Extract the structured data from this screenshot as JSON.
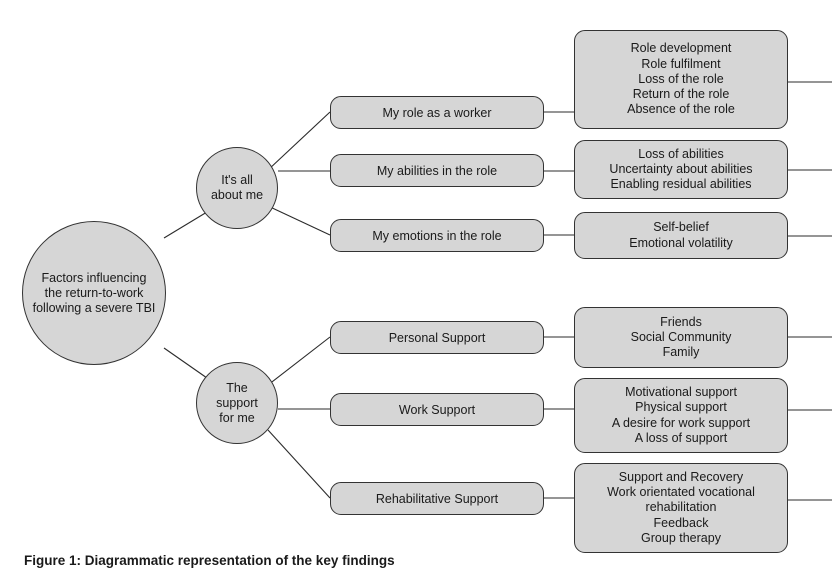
{
  "root": {
    "label": "Factors influencing\nthe return-to-work\nfollowing a severe TBI"
  },
  "themes": [
    {
      "label": "It's all\nabout me",
      "subthemes": [
        {
          "label": "My role as a worker",
          "items": [
            "Role development",
            "Role fulfilment",
            "Loss of the role",
            "Return of the role",
            "Absence of the role"
          ]
        },
        {
          "label": "My abilities in the role",
          "items": [
            "Loss of abilities",
            "Uncertainty about abilities",
            "Enabling residual abilities"
          ]
        },
        {
          "label": "My emotions in the role",
          "items": [
            "Self-belief",
            "Emotional volatility"
          ]
        }
      ]
    },
    {
      "label": "The\nsupport\nfor me",
      "subthemes": [
        {
          "label": "Personal Support",
          "items": [
            "Friends",
            "Social Community",
            "Family"
          ]
        },
        {
          "label": "Work Support",
          "items": [
            "Motivational support",
            "Physical support",
            "A desire for work support",
            "A loss of support"
          ]
        },
        {
          "label": "Rehabilitative Support",
          "items": [
            "Support and Recovery",
            "Work orientated vocational",
            "rehabilitation",
            "Feedback",
            "Group therapy"
          ]
        }
      ]
    }
  ],
  "caption": "Figure 1: Diagrammatic representation of the key findings"
}
